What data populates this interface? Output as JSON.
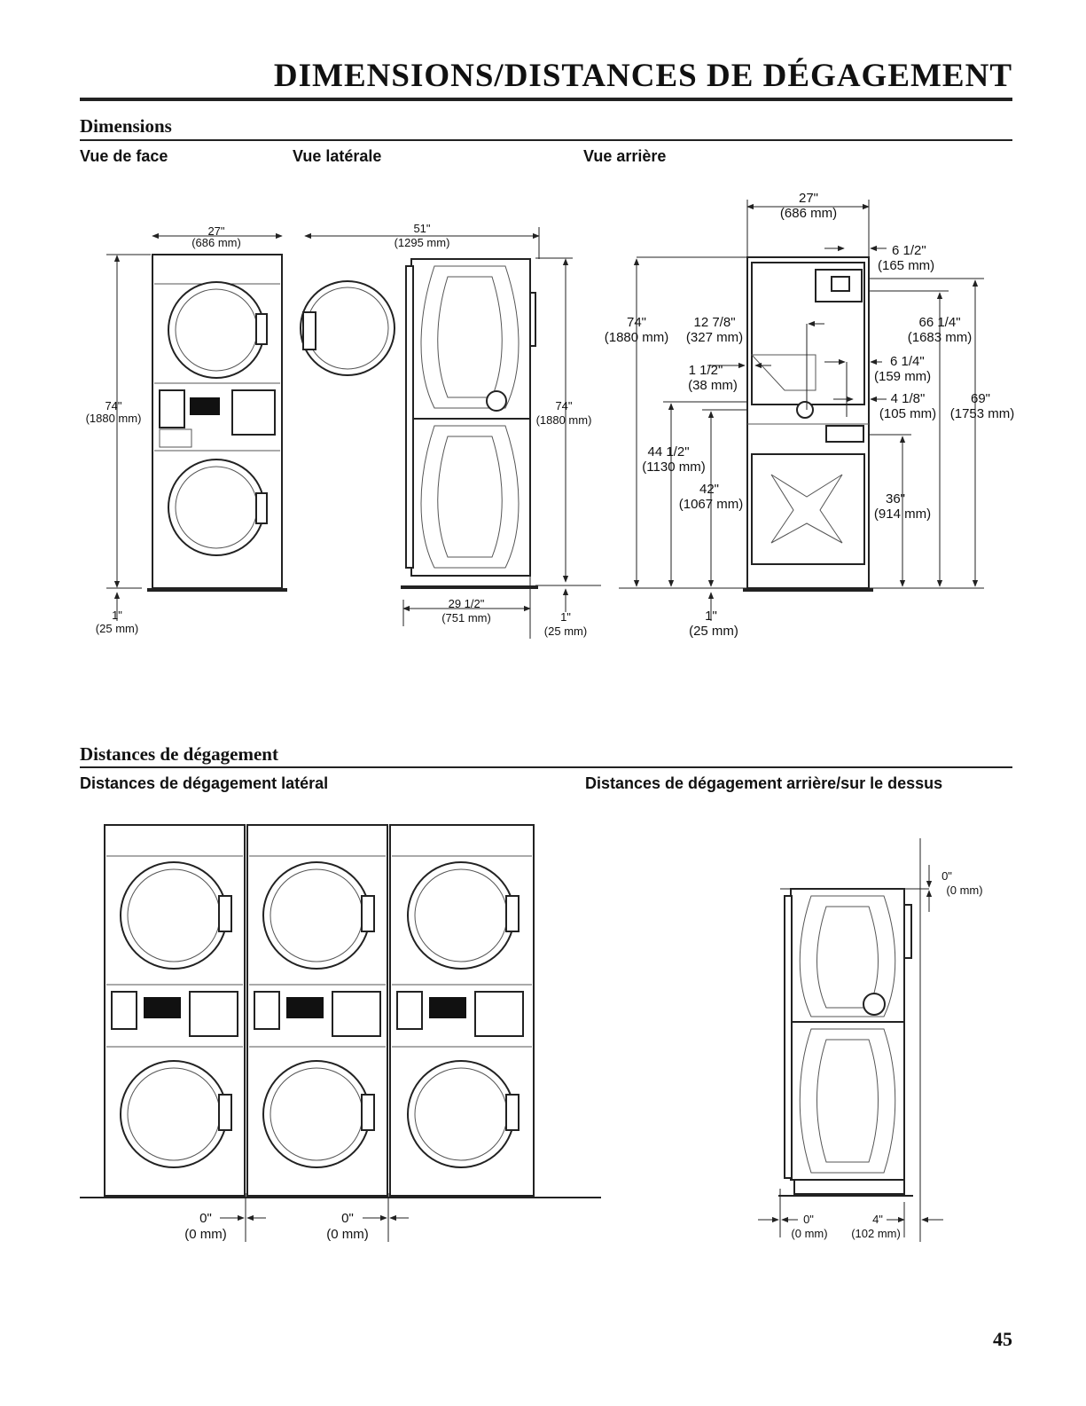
{
  "page_title": "DIMENSIONS/DISTANCES DE DÉGAGEMENT",
  "sections": {
    "dimensions": {
      "title": "Dimensions",
      "views": {
        "front": "Vue de face",
        "side": "Vue latérale",
        "rear": "Vue arrière"
      },
      "front": {
        "width": "27\"",
        "width_mm": "(686 mm)",
        "height": "74\"",
        "height_mm": "(1880 mm)",
        "foot": "1\"",
        "foot_mm": "(25 mm)"
      },
      "side": {
        "depth": "51\"",
        "depth_mm": "(1295 mm)",
        "height": "74\"",
        "height_mm": "(1880 mm)",
        "cabinet": "29 1/2\"",
        "cabinet_mm": "(751 mm)",
        "foot": "1\"",
        "foot_mm": "(25 mm)"
      },
      "rear": {
        "width": "27\"",
        "width_mm": "(686 mm)",
        "d1": "6 1/2\"",
        "d1_mm": "(165 mm)",
        "d2": "74\"",
        "d2_mm": "(1880 mm)",
        "d3": "12 7/8\"",
        "d3_mm": "(327 mm)",
        "d4": "66 1/4\"",
        "d4_mm": "(1683 mm)",
        "d5": "6 1/4\"",
        "d5_mm": "(159 mm)",
        "d6": "1 1/2\"",
        "d6_mm": "(38 mm)",
        "d7": "4 1/8\"",
        "d7_mm": "(105 mm)",
        "d8": "69\"",
        "d8_mm": "(1753 mm)",
        "d9": "44 1/2\"",
        "d9_mm": "(1130 mm)",
        "d10": "42\"",
        "d10_mm": "(1067 mm)",
        "d11": "36\"",
        "d11_mm": "(914 mm)",
        "foot": "1\"",
        "foot_mm": "(25 mm)"
      }
    },
    "clearances": {
      "title": "Distances de dégagement",
      "lateral_title": "Distances de dégagement latéral",
      "rear_top_title": "Distances de dégagement arrière/sur le dessus",
      "lateral": {
        "gap1": "0\"",
        "gap1_mm": "(0 mm)",
        "gap2": "0\"",
        "gap2_mm": "(0 mm)"
      },
      "rear_top": {
        "top": "0\"",
        "top_mm": "(0 mm)",
        "front": "0\"",
        "front_mm": "(0 mm)",
        "rear": "4\"",
        "rear_mm": "(102 mm)"
      }
    }
  },
  "page_number": "45"
}
